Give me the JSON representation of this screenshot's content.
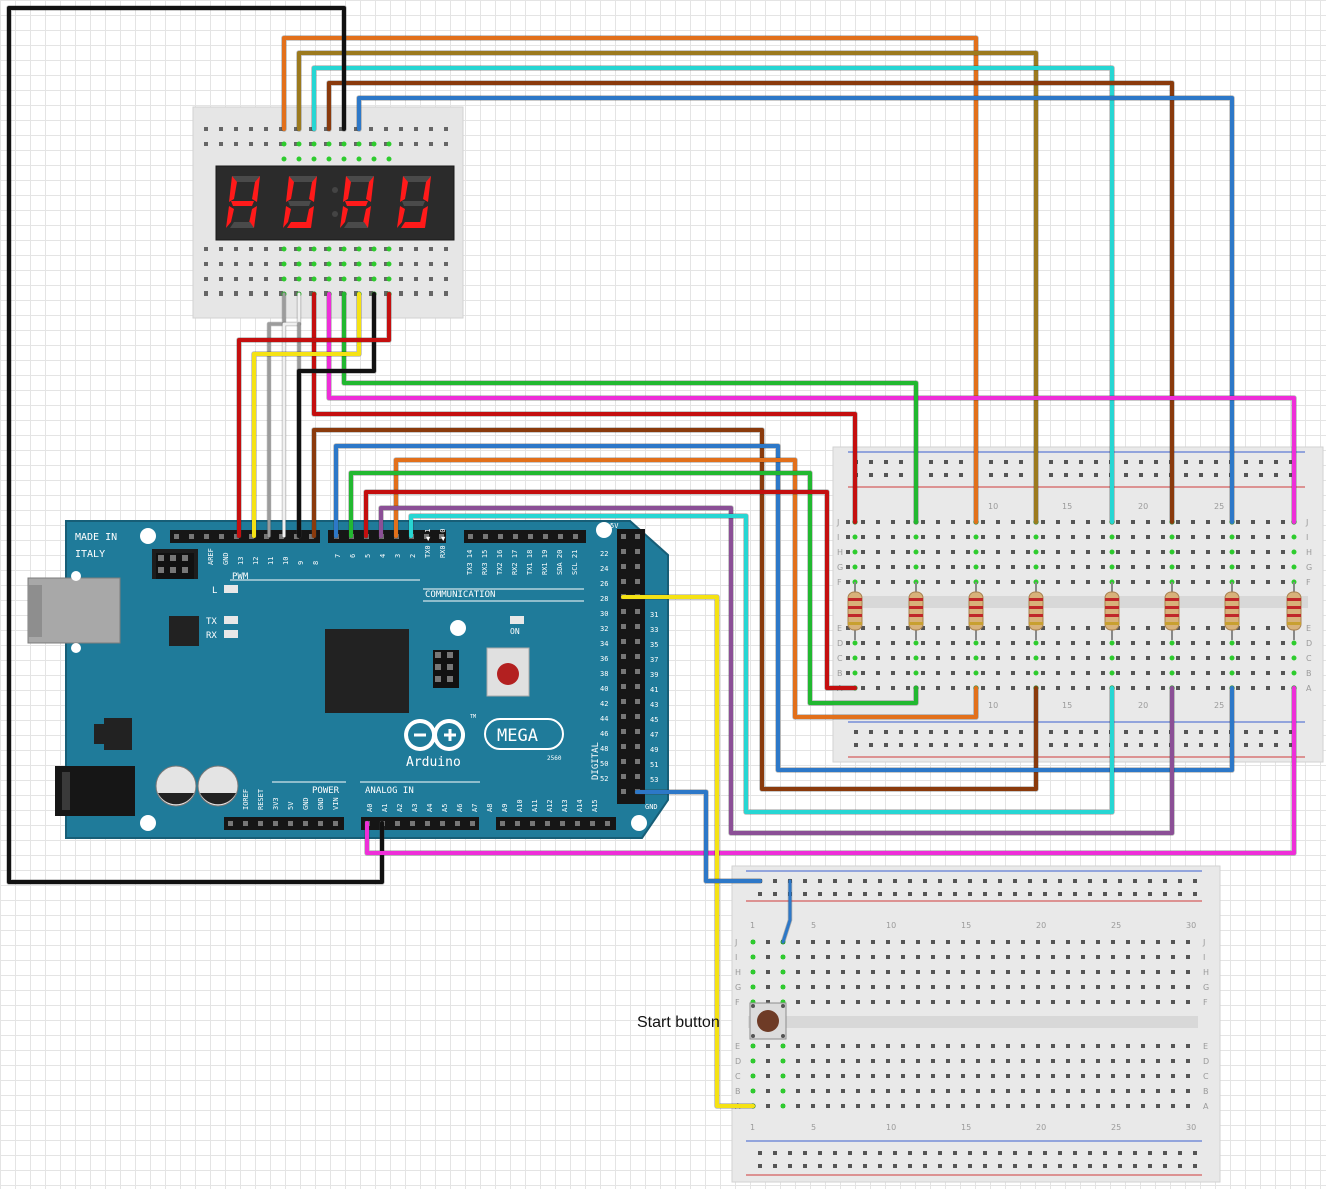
{
  "arduino": {
    "made_in": "MADE IN",
    "italy": "ITALY",
    "brand": "Arduino",
    "model": "MEGA",
    "tm": "TM",
    "rev": "2560",
    "pwm": "PWM",
    "communication": "COMMUNICATION",
    "digital": "DIGITAL",
    "power": "POWER",
    "analog_in": "ANALOG IN",
    "on": "ON",
    "led_l": "L",
    "led_tx": "TX",
    "led_rx": "RX",
    "gnd": "GND",
    "five_v": "5V",
    "top_pins_left": [
      "AREF",
      "GND",
      "13",
      "12",
      "11",
      "10",
      "9",
      "8"
    ],
    "top_pins_mid": [
      "7",
      "6",
      "5",
      "4",
      "3",
      "2",
      "TX0 ◀ 1",
      "RX0 ◀ 0"
    ],
    "top_pins_comm": [
      "TX3 14",
      "RX3 15",
      "TX2 16",
      "RX2 17",
      "TX1 18",
      "RX1 19",
      "SDA 20",
      "SCL 21"
    ],
    "power_pins": [
      "IOREF",
      "RESET",
      "3V3",
      "5V",
      "GND",
      "GND",
      "VIN"
    ],
    "analog_pins": [
      "A0",
      "A1",
      "A2",
      "A3",
      "A4",
      "A5",
      "A6",
      "A7",
      "A8",
      "A9",
      "A10",
      "A11",
      "A12",
      "A13",
      "A14",
      "A15"
    ],
    "digital_left": [
      "22",
      "24",
      "26",
      "28",
      "30",
      "32",
      "34",
      "36",
      "38",
      "40",
      "42",
      "44",
      "46",
      "48",
      "50",
      "52"
    ],
    "digital_right": [
      "31",
      "33",
      "35",
      "37",
      "39",
      "41",
      "43",
      "45",
      "47",
      "49",
      "51",
      "53"
    ]
  },
  "display": {
    "digits": [
      "H",
      "U",
      "H",
      "U"
    ]
  },
  "breadboard_right": {
    "column_numbers": [
      "10",
      "15",
      "20",
      "25"
    ],
    "row_letters_top": [
      "J",
      "I",
      "H",
      "G",
      "F"
    ],
    "row_letters_bottom": [
      "E",
      "D",
      "C",
      "B",
      "A"
    ]
  },
  "breadboard_bottom": {
    "column_numbers": [
      "1",
      "5",
      "10",
      "15",
      "20",
      "25",
      "30"
    ],
    "row_letters_top": [
      "J",
      "I",
      "H",
      "G",
      "F"
    ],
    "row_letters_bottom": [
      "E",
      "D",
      "C",
      "B",
      "A"
    ]
  },
  "annotations": {
    "start_button": "Start button"
  },
  "colors": {
    "board": "#1f7b9a",
    "wire_black": "#111111",
    "wire_orange": "#e2701b",
    "wire_olive": "#9c7a1e",
    "wire_cyan": "#27d6d3",
    "wire_brown": "#8a3a0c",
    "wire_blue": "#2d78c8",
    "wire_green": "#22b830",
    "wire_magenta": "#ee2ed8",
    "wire_red": "#c40f0f",
    "wire_yellow": "#f5e214",
    "wire_purple": "#8b4f96",
    "wire_gray": "#9c9c9c",
    "display_red": "#ff1a1a"
  }
}
